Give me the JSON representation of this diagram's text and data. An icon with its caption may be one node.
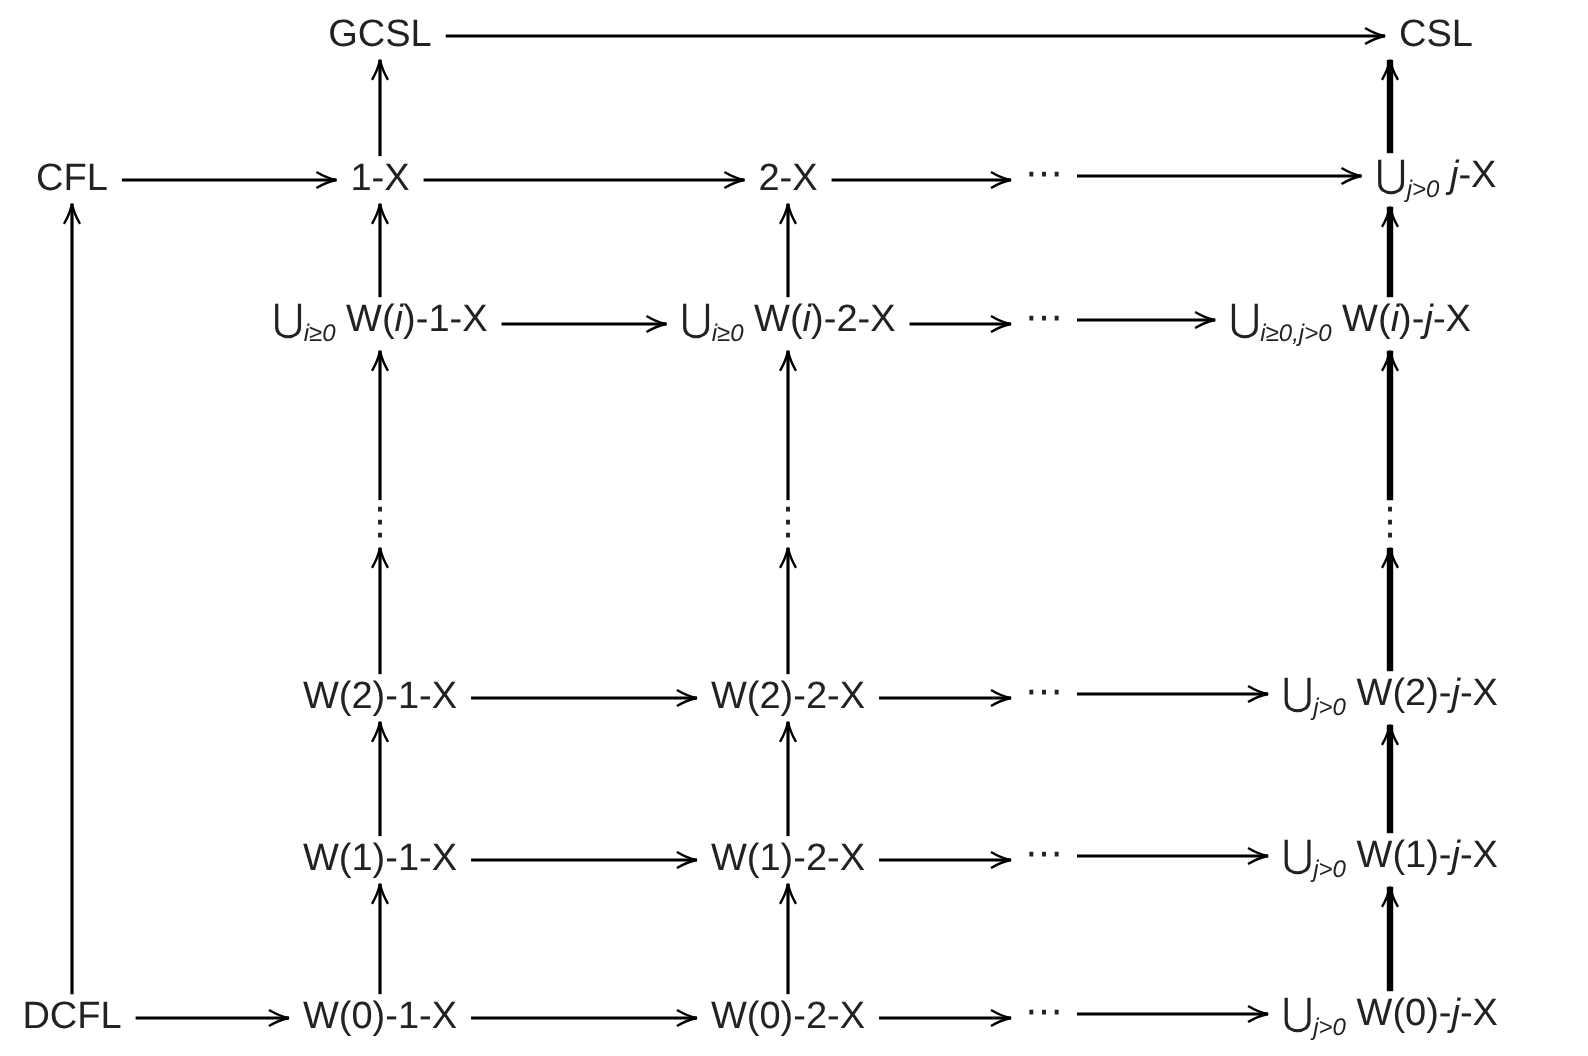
{
  "diagram": {
    "nodes": [
      {
        "text": [
          "GCSL"
        ]
      },
      {
        "text": [
          "CSL"
        ]
      },
      {
        "text": [
          "CFL"
        ]
      },
      {
        "text": [
          "1-X"
        ]
      },
      {
        "text": [
          "2-X"
        ]
      },
      {
        "text": [
          "⋯"
        ]
      },
      {
        "text": [
          "⋃$_{j>0}$ *j*-X"
        ]
      },
      {
        "text": [
          "⋃$_{i≥0}$ W(*i*)-1-X"
        ]
      },
      {
        "text": [
          "⋃$_{i≥0}$ W(*i*)-2-X"
        ]
      },
      {
        "text": [
          "⋯"
        ]
      },
      {
        "text": [
          "⋃$_{i≥0,j>0}$ W(*i*)-*j*-X"
        ]
      },
      {
        "text": [
          "⋮"
        ]
      },
      {
        "text": [
          "⋮"
        ]
      },
      {
        "text": [
          "⋮"
        ]
      },
      {
        "text": [
          "W(2)-1-X"
        ]
      },
      {
        "text": [
          "W(2)-2-X"
        ]
      },
      {
        "text": [
          "⋯"
        ]
      },
      {
        "text": [
          "⋃$_{j>0}$ W(2)-*j*-X"
        ]
      },
      {
        "text": [
          "W(1)-1-X"
        ]
      },
      {
        "text": [
          "W(1)-2-X"
        ]
      },
      {
        "text": [
          "⋯"
        ]
      },
      {
        "text": [
          "⋃$_{j>0}$ W(1)-*j*-X"
        ]
      },
      {
        "text": [
          "DCFL"
        ]
      },
      {
        "text": [
          "W(0)-1-X"
        ]
      },
      {
        "text": [
          "W(0)-2-X"
        ]
      },
      {
        "text": [
          "⋯"
        ]
      },
      {
        "text": [
          "⋃$_{j>0}$ W(0)-*j*-X"
        ]
      }
    ],
    "edges": [
      {
        "from": 0,
        "to": 1,
        "arrow": "to"
      },
      {
        "from": 3,
        "to": 0,
        "arrow": "to"
      },
      {
        "from": 6,
        "to": 1,
        "arrow": "to",
        "style": "thick"
      },
      {
        "from": 2,
        "to": 3,
        "arrow": "to"
      },
      {
        "from": 3,
        "to": 4,
        "arrow": "to"
      },
      {
        "from": 4,
        "to": 5,
        "arrow": "to"
      },
      {
        "from": 5,
        "to": 6,
        "arrow": "to"
      },
      {
        "from": 7,
        "to": 3,
        "arrow": "to"
      },
      {
        "from": 8,
        "to": 4,
        "arrow": "to"
      },
      {
        "from": 10,
        "to": 6,
        "arrow": "to",
        "style": "thick"
      },
      {
        "from": 7,
        "to": 8,
        "arrow": "to"
      },
      {
        "from": 8,
        "to": 9,
        "arrow": "to"
      },
      {
        "from": 9,
        "to": 10,
        "arrow": "to"
      },
      {
        "from": 11,
        "to": 7,
        "arrow": "to"
      },
      {
        "from": 12,
        "to": 8,
        "arrow": "to"
      },
      {
        "from": 13,
        "to": 10,
        "arrow": "to",
        "style": "thick"
      },
      {
        "from": 14,
        "to": 11,
        "arrow": "to"
      },
      {
        "from": 15,
        "to": 12,
        "arrow": "to"
      },
      {
        "from": 17,
        "to": 13,
        "arrow": "to",
        "style": "thick"
      },
      {
        "from": 14,
        "to": 15,
        "arrow": "to"
      },
      {
        "from": 15,
        "to": 16,
        "arrow": "to"
      },
      {
        "from": 16,
        "to": 17,
        "arrow": "to"
      },
      {
        "from": 18,
        "to": 14,
        "arrow": "to"
      },
      {
        "from": 19,
        "to": 15,
        "arrow": "to"
      },
      {
        "from": 21,
        "to": 17,
        "arrow": "to",
        "style": "thick"
      },
      {
        "from": 18,
        "to": 19,
        "arrow": "to"
      },
      {
        "from": 19,
        "to": 20,
        "arrow": "to"
      },
      {
        "from": 20,
        "to": 21,
        "arrow": "to"
      },
      {
        "from": 22,
        "to": 2,
        "arrow": "to"
      },
      {
        "from": 22,
        "to": 23,
        "arrow": "to"
      },
      {
        "from": 23,
        "to": 24,
        "arrow": "to"
      },
      {
        "from": 24,
        "to": 25,
        "arrow": "to"
      },
      {
        "from": 25,
        "to": 26,
        "arrow": "to"
      },
      {
        "from": 23,
        "to": 18,
        "arrow": "to"
      },
      {
        "from": 24,
        "to": 19,
        "arrow": "to"
      },
      {
        "from": 26,
        "to": 21,
        "arrow": "to",
        "style": "thick"
      }
    ]
  }
}
